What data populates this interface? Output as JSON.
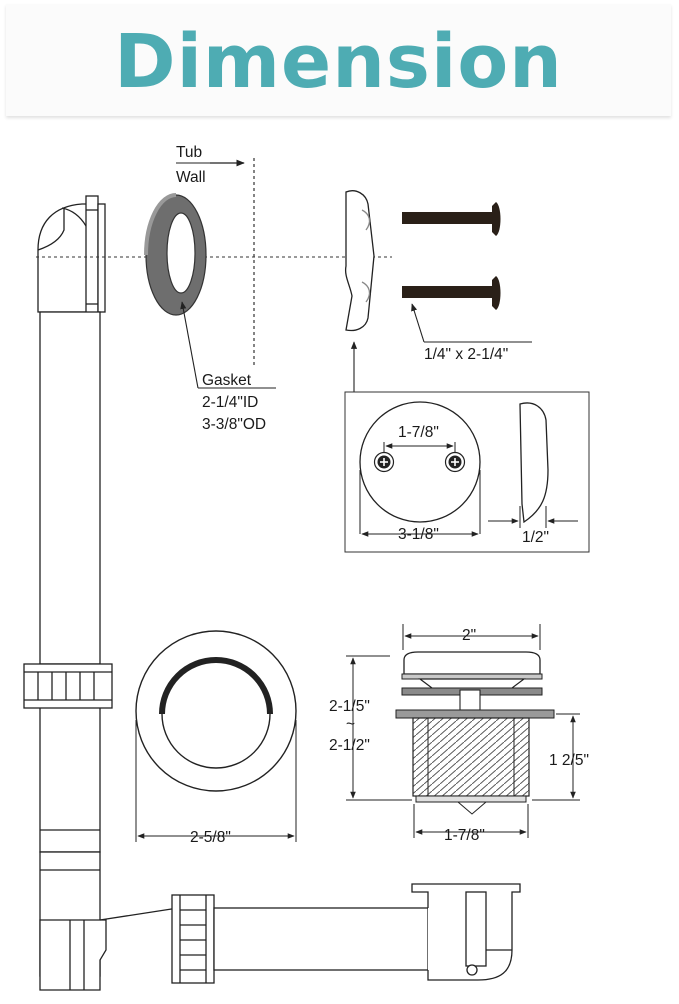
{
  "header": {
    "title": "Dimension"
  },
  "colors": {
    "title": "#4eacb3",
    "gasket": "#6e6e6e",
    "bolt": "#2a2018",
    "line": "#222222"
  },
  "labels": {
    "tub": "Tub",
    "wall": "Wall",
    "gasket_title": "Gasket",
    "gasket_id": "2-1/4\"ID",
    "gasket_od": "3-3/8\"OD",
    "screw_size": "1/4\" x 2-1/4\"",
    "faceplate_hole_spacing": "1-7/8\"",
    "faceplate_diameter": "3-1/8\"",
    "faceplate_thickness": "1/2\"",
    "stopper_diameter": "2\"",
    "height_min": "2-1/5\"",
    "height_tilde": "~",
    "height_max": "2-1/2\"",
    "thread_length": "1 2/5\"",
    "thread_diameter": "1-7/8\"",
    "flange_diameter": "2-5/8\""
  },
  "icons": [
    "phillips-screw-icon",
    "phillips-screw-icon"
  ]
}
